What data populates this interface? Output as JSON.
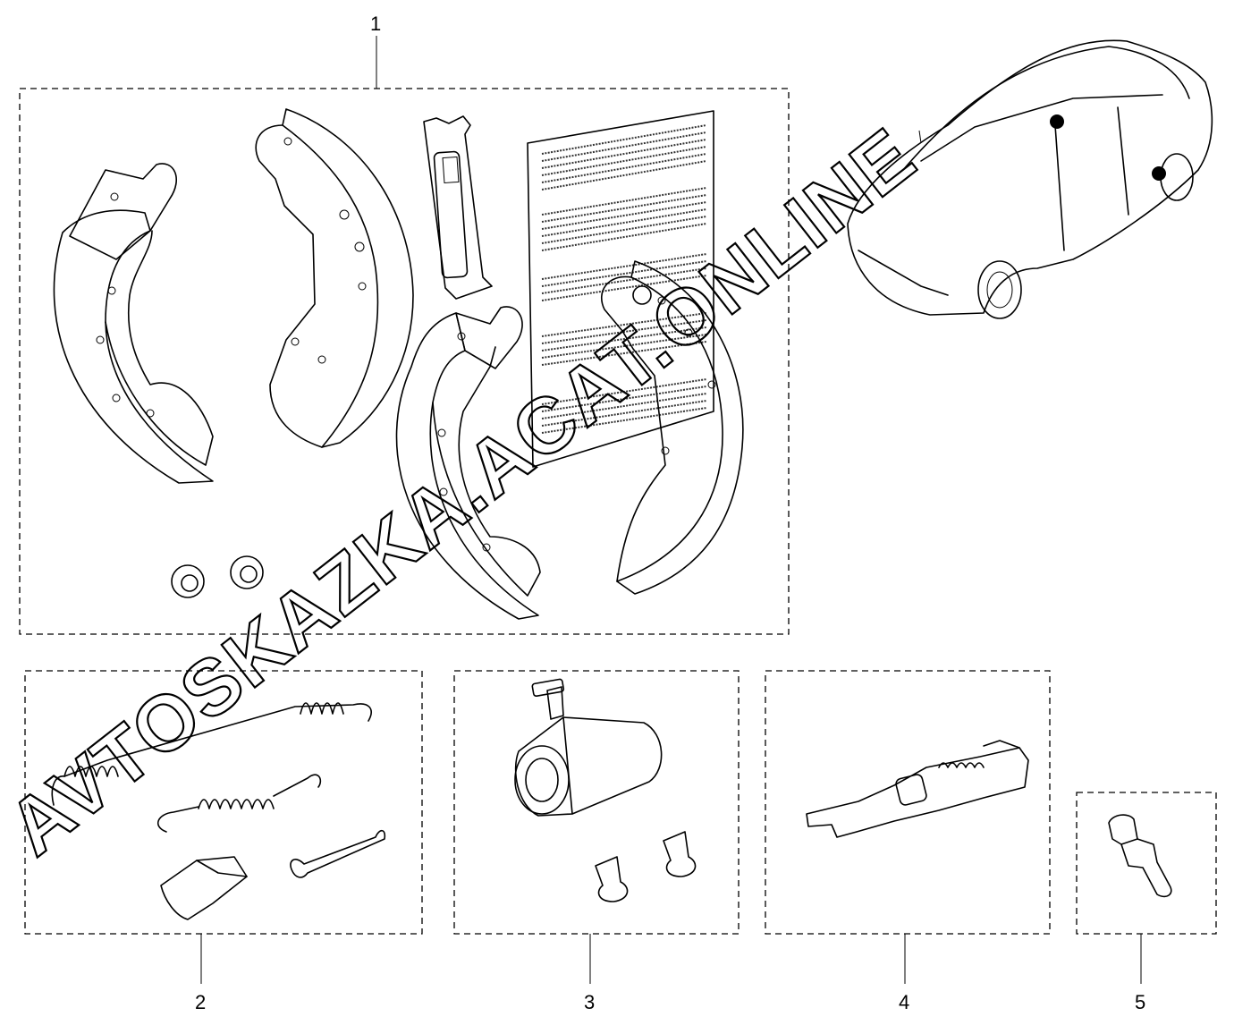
{
  "callouts": [
    {
      "id": "1",
      "label": "1"
    },
    {
      "id": "2",
      "label": "2"
    },
    {
      "id": "3",
      "label": "3"
    },
    {
      "id": "4",
      "label": "4"
    },
    {
      "id": "5",
      "label": "5"
    }
  ],
  "watermark": {
    "text": "AVTOSKAZKA.ACAT.ONLINE",
    "color": "#000000"
  },
  "icons": [
    "brake-shoe-icon",
    "instruction-sheet-icon",
    "grease-sachet-icon",
    "bushing-icon",
    "spring-icon",
    "wheel-cylinder-icon",
    "bolt-icon",
    "adjuster-icon",
    "bleeder-valve-icon",
    "car-icon"
  ]
}
